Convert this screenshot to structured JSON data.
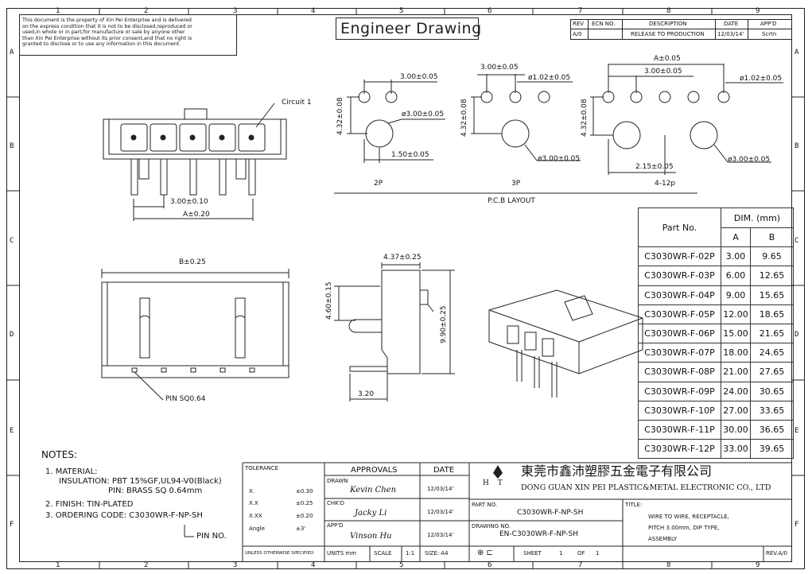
{
  "disclaimer": [
    "This document is the property of Xin Pei Enterprise and is delivered",
    "on the express condition that it is not to be disclosed,reproduced or",
    "used,in whole or in part,for manufacture or sale by anyone other",
    "than Xin Pei Enterprise without its prior consent,and that no right is",
    "granted to disclose or to use any information in this document."
  ],
  "title_box": "Engineer Drawing",
  "grid_cols": [
    "1",
    "2",
    "3",
    "4",
    "5",
    "6",
    "7",
    "8",
    "9"
  ],
  "grid_rows": [
    "A",
    "B",
    "C",
    "D",
    "E",
    "F"
  ],
  "revision": {
    "headers": [
      "REV",
      "ECN NO.",
      "DESCRIPTION",
      "DATE",
      "APP'D"
    ],
    "row": [
      "A/0",
      "",
      "RELEASE TO PRODUCTION",
      "12/03/14'",
      "Scrtn"
    ]
  },
  "dims": {
    "circuit": "Circuit 1",
    "pitch_front": "3.00±0.10",
    "a_front": "A±0.20",
    "p2_pitch": "3.00±0.05",
    "p2_height": "4.32±0.08",
    "p2_hole": "ø3.00±0.05",
    "p2_offset": "1.50±0.05",
    "p3_pitch": "3.00±0.05",
    "p3_pin": "ø1.02±0.05",
    "p3_height": "4.32±0.08",
    "p3_hole": "ø3.00±0.05",
    "p4_a": "A±0.05",
    "p4_pitch": "3.00±0.05",
    "p4_pin": "ø1.02±0.05",
    "p4_height": "4.32±0.08",
    "p4_offset": "2.15±0.05",
    "p4_hole": "ø3.00±0.05",
    "label_2p": "2P",
    "label_3p": "3P",
    "label_4p": "4-12p",
    "pcb_layout": "P.C.B LAYOUT",
    "b_dim": "B±0.25",
    "pin_sq": "PIN SQ0.64",
    "side_w": "4.37±0.25",
    "side_h1": "4.60±0.15",
    "side_h2": "9.90±0.25",
    "side_bottom": "3.20"
  },
  "parts_table": {
    "header_part": "Part No.",
    "header_dim": "DIM. (mm)",
    "col_a": "A",
    "col_b": "B",
    "rows": [
      [
        "C3030WR-F-02P",
        "3.00",
        "9.65"
      ],
      [
        "C3030WR-F-03P",
        "6.00",
        "12.65"
      ],
      [
        "C3030WR-F-04P",
        "9.00",
        "15.65"
      ],
      [
        "C3030WR-F-05P",
        "12.00",
        "18.65"
      ],
      [
        "C3030WR-F-06P",
        "15.00",
        "21.65"
      ],
      [
        "C3030WR-F-07P",
        "18.00",
        "24.65"
      ],
      [
        "C3030WR-F-08P",
        "21.00",
        "27.65"
      ],
      [
        "C3030WR-F-09P",
        "24.00",
        "30.65"
      ],
      [
        "C3030WR-F-10P",
        "27.00",
        "33.65"
      ],
      [
        "C3030WR-F-11P",
        "30.00",
        "36.65"
      ],
      [
        "C3030WR-F-12P",
        "33.00",
        "39.65"
      ]
    ]
  },
  "notes": {
    "title": "NOTES:",
    "l1": "1. MATERIAL:",
    "l2": "INSULATION: PBT 15%GF,UL94-V0(Black)",
    "l3": "PIN: BRASS SQ 0.64mm",
    "l4": "2. FINISH: TIN-PLATED",
    "l5": "3. ORDERING CODE: C3030WR-F-NP-SH",
    "l6": "PIN NO."
  },
  "tolerance": {
    "title": "TOLERANCE",
    "rows": [
      [
        "X.",
        "±0.30"
      ],
      [
        "X.X",
        "±0.25"
      ],
      [
        "X.XX",
        "±0.20"
      ],
      [
        "Angle",
        "±3'"
      ]
    ],
    "footer": "UNLESS OTHERWISE SPECIFIED"
  },
  "approvals": {
    "title": "APPROVALS",
    "date_title": "DATE",
    "drawn_label": "DRAWN",
    "drawn_name": "Kevin Chen",
    "drawn_date": "12/03/14'",
    "chkd_label": "CHK'D",
    "chkd_name": "Jacky Li",
    "chkd_date": "12/03/14'",
    "appd_label": "APP'D",
    "appd_name": "Vinson Hu",
    "appd_date": "12/03/14'"
  },
  "company": {
    "cn": "東莞市鑫沛塑膠五金電子有限公司",
    "en": "DONG GUAN XIN PEI PLASTIC&METAL ELECTRONIC CO., LTD",
    "logo": "H T"
  },
  "block": {
    "part_no_label": "PART NO.",
    "part_no": "C3030WR-F-NP-SH",
    "drawing_no_label": "DRAWING NO.",
    "drawing_no": "EN-C3030WR-F-NP-SH",
    "title_label": "TITLE:",
    "title_l1": "WIRE TO WIRE, RECEPTACLE,",
    "title_l2": "PITCH 3.00mm, DIP TYPE,",
    "title_l3": "ASSEMBLY",
    "units": "UNITS mm",
    "scale_label": "SCALE",
    "scale": "1:1",
    "size": "SIZE: A4",
    "sheet_label": "SHEET",
    "sheet": "1",
    "of_label": "OF",
    "of": "1",
    "rev": "REV.A/0"
  }
}
